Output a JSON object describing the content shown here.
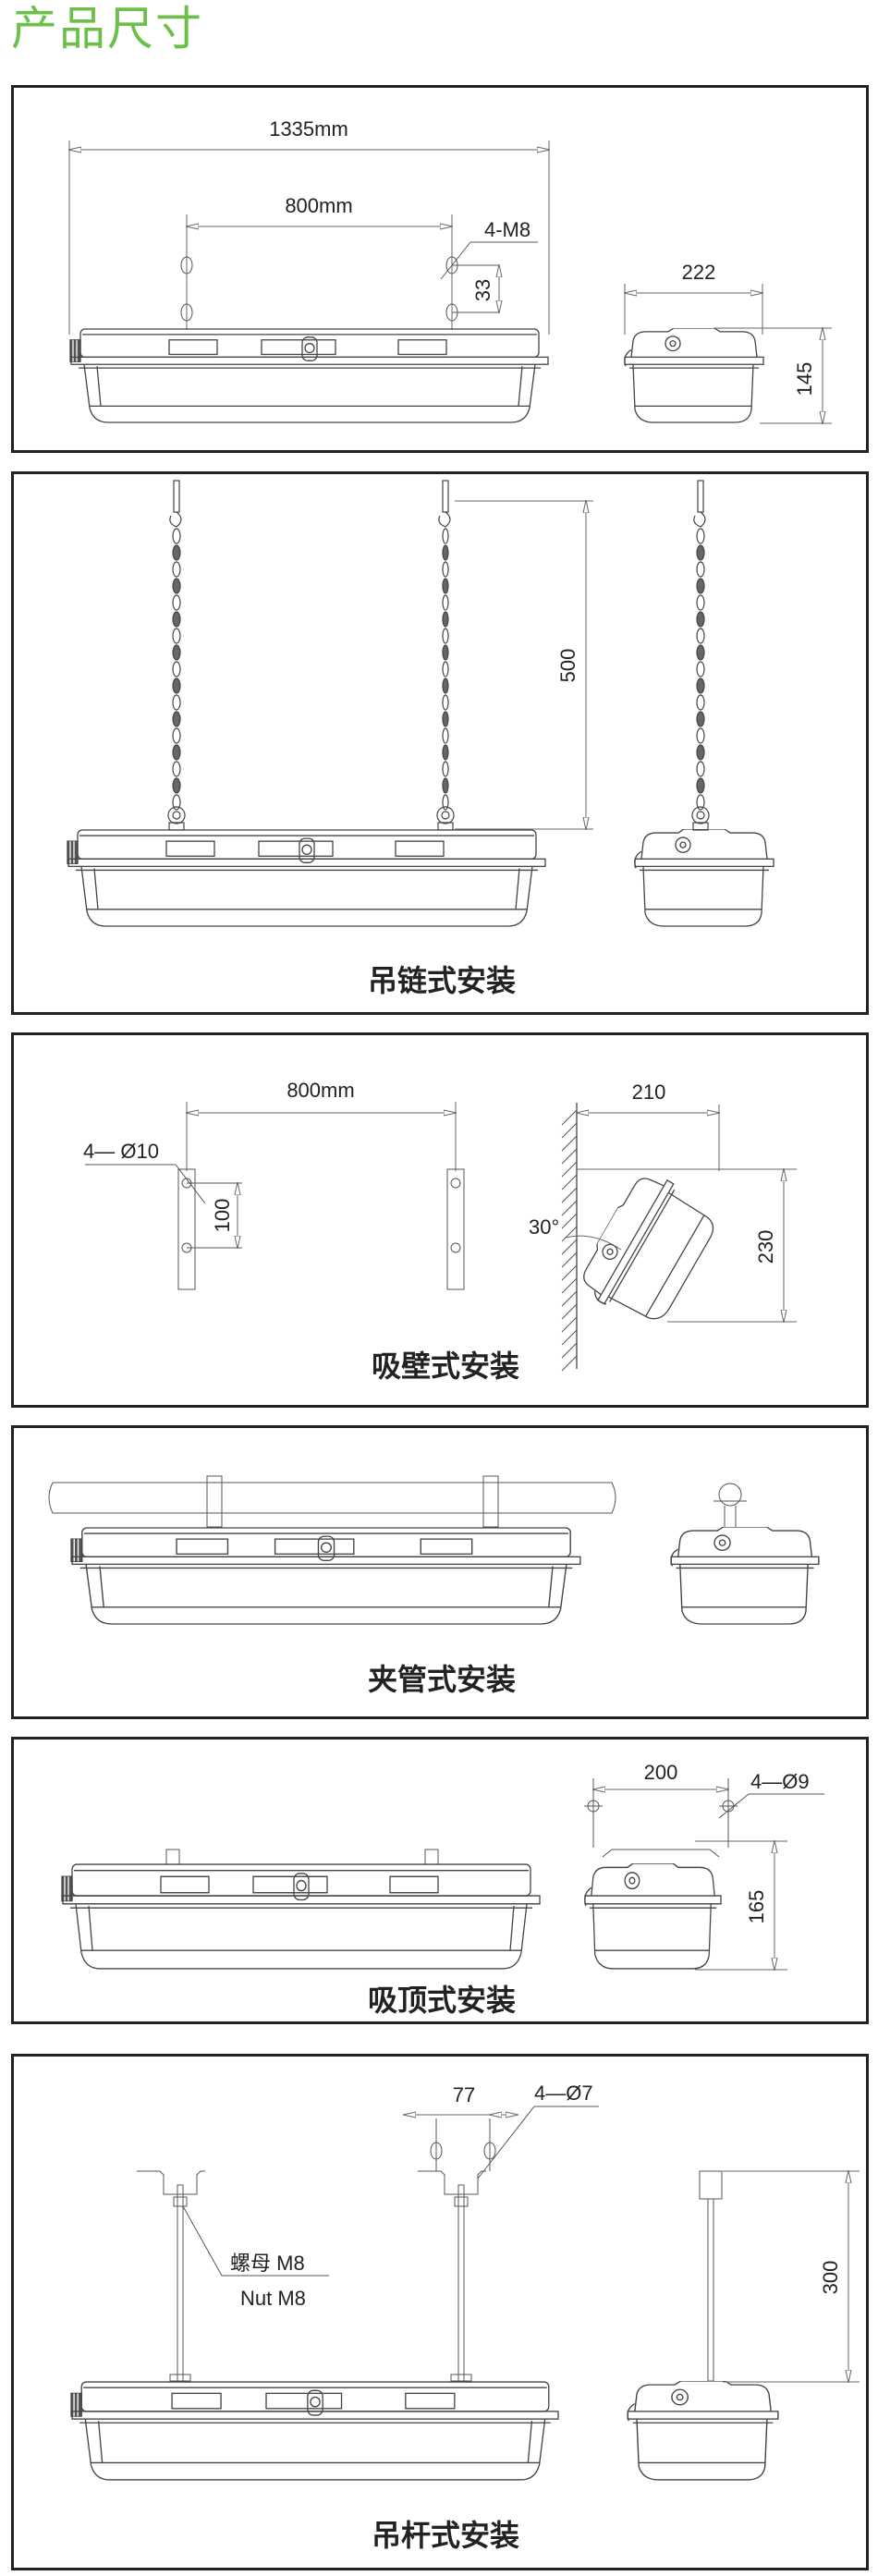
{
  "title": "产品尺寸",
  "panel1": {
    "overall_length": "1335mm",
    "mount_spacing": "800mm",
    "thread": "4-M8",
    "hole_gap": "33",
    "width": "222",
    "height": "145"
  },
  "panel2": {
    "chain_length": "500",
    "caption": "吊链式安装"
  },
  "panel3": {
    "mount_spacing": "800mm",
    "hole": "4— Ø10",
    "hole_gap": "100",
    "depth": "210",
    "angle": "30°",
    "height": "230",
    "caption": "吸壁式安装"
  },
  "panel4": {
    "caption": "夹管式安装"
  },
  "panel5": {
    "mount_spacing": "200",
    "hole": "4—Ø9",
    "height": "165",
    "caption": "吸顶式安装"
  },
  "panel6": {
    "hole_spacing": "77",
    "hole": "4—Ø7",
    "nut_cn": "螺母 M8",
    "nut_en": "Nut M8",
    "rod_length": "300",
    "caption": "吊杆式安装"
  }
}
